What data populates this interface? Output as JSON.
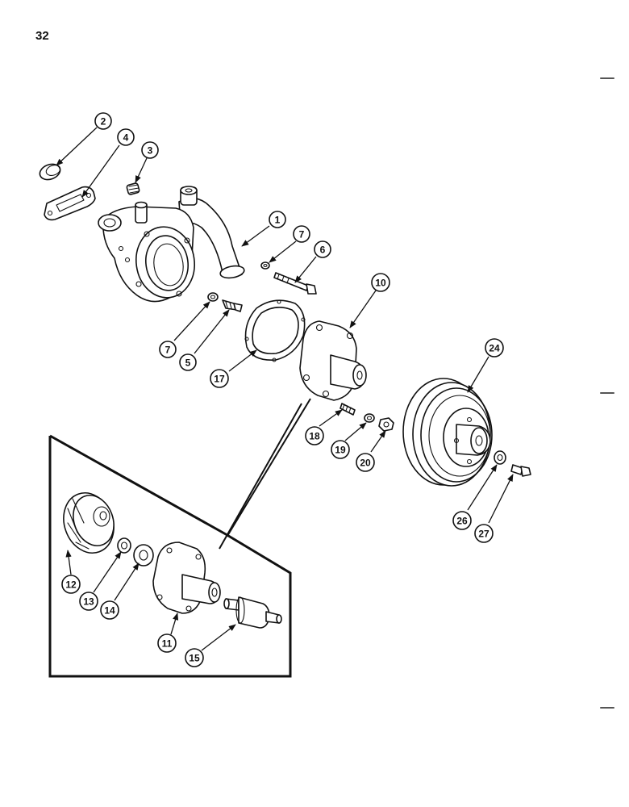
{
  "page": {
    "number": "32"
  },
  "callouts": [
    {
      "id": "c2",
      "label": "2"
    },
    {
      "id": "c4",
      "label": "4"
    },
    {
      "id": "c3",
      "label": "3"
    },
    {
      "id": "c1",
      "label": "1"
    },
    {
      "id": "c7a",
      "label": "7"
    },
    {
      "id": "c6",
      "label": "6"
    },
    {
      "id": "c10",
      "label": "10"
    },
    {
      "id": "c7b",
      "label": "7"
    },
    {
      "id": "c5",
      "label": "5"
    },
    {
      "id": "c17",
      "label": "17"
    },
    {
      "id": "c24",
      "label": "24"
    },
    {
      "id": "c18",
      "label": "18"
    },
    {
      "id": "c19",
      "label": "19"
    },
    {
      "id": "c20",
      "label": "20"
    },
    {
      "id": "c26",
      "label": "26"
    },
    {
      "id": "c27",
      "label": "27"
    },
    {
      "id": "c12",
      "label": "12"
    },
    {
      "id": "c13",
      "label": "13"
    },
    {
      "id": "c14",
      "label": "14"
    },
    {
      "id": "c11",
      "label": "11"
    },
    {
      "id": "c15",
      "label": "15"
    }
  ]
}
